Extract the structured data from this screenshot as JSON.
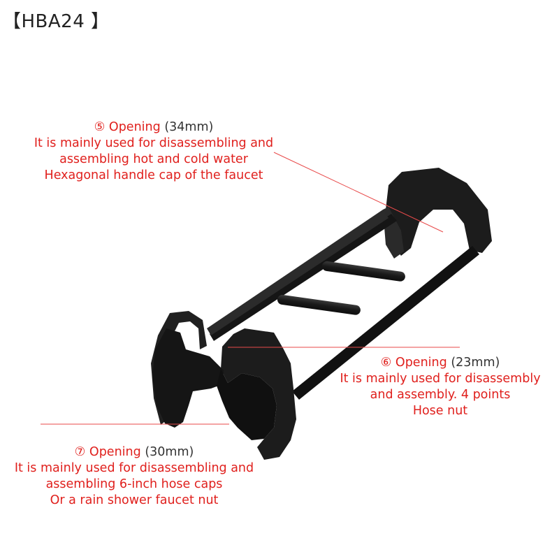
{
  "brand": {
    "text": "【HBA24 】"
  },
  "callouts": [
    {
      "id": "opening-5",
      "marker": "⑤",
      "title": "Opening",
      "size": "(34mm)",
      "lines": [
        "It is mainly used for disassembling and",
        "assembling hot and cold water",
        "Hexagonal handle cap of the faucet"
      ]
    },
    {
      "id": "opening-6",
      "marker": "⑥",
      "title": "Opening",
      "size": "(23mm)",
      "lines": [
        "It is mainly used for disassembly",
        "and assembly. 4 points",
        "Hose nut"
      ]
    },
    {
      "id": "opening-7",
      "marker": "⑦",
      "title": "Opening",
      "size": "(30mm)",
      "lines": [
        "It is mainly used for disassembling and",
        "assembling 6-inch hose caps",
        "Or a rain shower faucet nut"
      ]
    }
  ],
  "colors": {
    "caption_red": "#e0201d",
    "size_gray": "#333333",
    "tool_black": "#1b1b1b",
    "leader_red": "#e84a4a"
  },
  "icons": [
    "wrench-tool-icon"
  ]
}
